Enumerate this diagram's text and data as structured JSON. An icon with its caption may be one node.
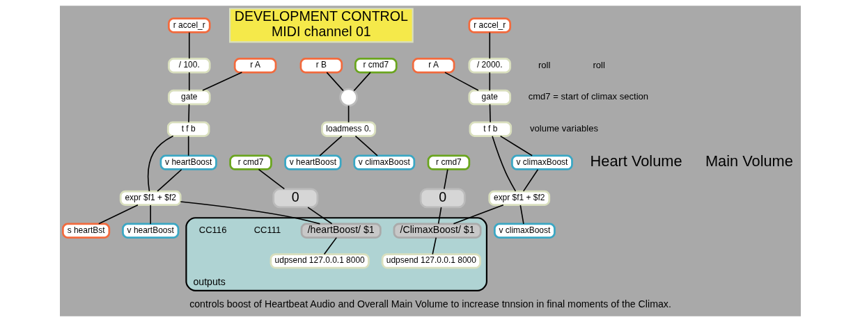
{
  "diagram": {
    "caption": "controls boost of Heartbeat Audio and Overall Main Volume to increase tnnsion in final moments of the Climax.",
    "nodes": [
      {
        "text": [
          "DEVELOPMENT CONTROL",
          "MIDI channel 01"
        ]
      },
      {
        "text": [
          "r A"
        ]
      },
      {
        "text": [
          "r accel_r"
        ]
      },
      {
        "text": [
          "r cmd7"
        ]
      },
      {
        "text": [
          "/ 100."
        ]
      },
      {
        "text": [
          "gate"
        ]
      },
      {
        "text": [
          "t f b"
        ]
      },
      {
        "text": [
          "v heartBoost"
        ]
      },
      {
        "text": [
          "expr $f1 + $f2"
        ]
      },
      {
        "text": [
          "s heartBst"
        ]
      },
      {
        "text": [
          "v heartBoost"
        ]
      },
      {
        "text": [
          "0"
        ]
      },
      {
        "text": [
          "r B"
        ]
      },
      {
        "text": [
          "r cmd7"
        ]
      },
      {
        "text": [],
        "shape": "circle"
      },
      {
        "text": [
          "loadmess 0."
        ]
      },
      {
        "text": [
          "v heartBoost"
        ]
      },
      {
        "text": [
          "v climaxBoost"
        ]
      },
      {
        "text": [
          "r A"
        ]
      },
      {
        "text": [
          "r accel_r"
        ]
      },
      {
        "text": [
          "r cmd7"
        ]
      },
      {
        "text": [
          "/ 2000."
        ]
      },
      {
        "text": [
          "gate"
        ]
      },
      {
        "text": [
          "t f b"
        ]
      },
      {
        "text": [
          "v climaxBoost"
        ]
      },
      {
        "text": [
          "expr $f1 + $f2"
        ]
      },
      {
        "text": [
          "v climaxBoost"
        ]
      },
      {
        "text": [
          "0"
        ]
      },
      {
        "text": [
          "outputs"
        ]
      },
      {
        "text": [
          "/heartBoost/ $1"
        ],
        "in": 28
      },
      {
        "text": [
          "udpsend 127.0.0.1 8000"
        ],
        "in": 28
      },
      {
        "text": [
          "/ClimaxBoost/ $1"
        ],
        "in": 28
      },
      {
        "text": [
          "udpsend 127.0.0.1 8000"
        ],
        "in": 28
      }
    ],
    "edges": [
      {
        "from": 1,
        "to": 5,
        "arrow": "none"
      },
      {
        "from": 2,
        "to": 4,
        "arrow": "none"
      },
      {
        "from": 4,
        "to": 5,
        "arrow": "none"
      },
      {
        "from": 5,
        "to": 6,
        "arrow": "none"
      },
      {
        "from": 6,
        "to": 8,
        "arrow": "none"
      },
      {
        "from": 6,
        "to": 7,
        "arrow": "none"
      },
      {
        "from": 7,
        "to": 8,
        "arrow": "none"
      },
      {
        "from": 8,
        "to": 9,
        "arrow": "none"
      },
      {
        "from": 8,
        "to": 10,
        "arrow": "none"
      },
      {
        "from": 8,
        "to": 29,
        "arrow": "none"
      },
      {
        "from": 3,
        "to": 11,
        "arrow": "none"
      },
      {
        "from": 11,
        "to": 29,
        "arrow": "none"
      },
      {
        "from": 29,
        "to": 30,
        "arrow": "none"
      },
      {
        "from": 12,
        "to": 14,
        "arrow": "none"
      },
      {
        "from": 13,
        "to": 14,
        "arrow": "none"
      },
      {
        "from": 14,
        "to": 15,
        "arrow": "none"
      },
      {
        "from": 15,
        "to": 16,
        "arrow": "none"
      },
      {
        "from": 15,
        "to": 17,
        "arrow": "none"
      },
      {
        "from": 18,
        "to": 22,
        "arrow": "none"
      },
      {
        "from": 19,
        "to": 21,
        "arrow": "none"
      },
      {
        "from": 21,
        "to": 22,
        "arrow": "none"
      },
      {
        "from": 22,
        "to": 23,
        "arrow": "none"
      },
      {
        "from": 23,
        "to": 25,
        "arrow": "none"
      },
      {
        "from": 23,
        "to": 24,
        "arrow": "none"
      },
      {
        "from": 24,
        "to": 25,
        "arrow": "none"
      },
      {
        "from": 25,
        "to": 26,
        "arrow": "none"
      },
      {
        "from": 25,
        "to": 31,
        "arrow": "none"
      },
      {
        "from": 20,
        "to": 27,
        "arrow": "none"
      },
      {
        "from": 27,
        "to": 31,
        "arrow": "none"
      },
      {
        "from": 31,
        "to": 32,
        "arrow": "none"
      }
    ],
    "labels": [
      "roll",
      "Heart Volume",
      "cmd7 = start of climax section",
      "volume variables",
      "roll",
      "Main Volume",
      "CC111",
      "CC116"
    ]
  }
}
